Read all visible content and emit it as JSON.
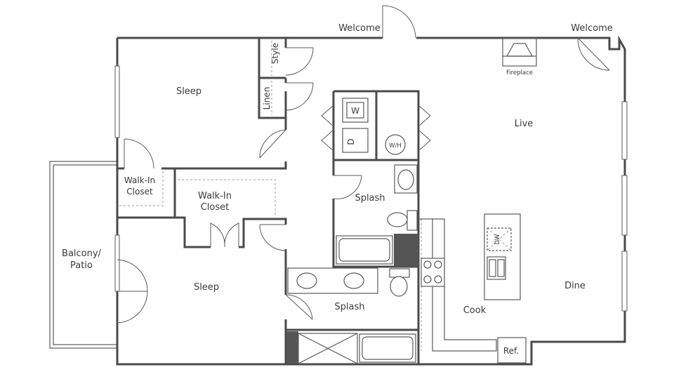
{
  "labels": {
    "welcome_left": "Welcome",
    "welcome_right": "Welcome",
    "fireplace": "Fireplace",
    "sleep_top": "Sleep",
    "style": "Style",
    "linen": "Linen",
    "washer": "W",
    "dryer": "D",
    "water_heater": "W/H",
    "live": "Live",
    "walkin_closet_1_line1": "Walk-In",
    "walkin_closet_1_line2": "Closet",
    "walkin_closet_2_line1": "Walk-In",
    "walkin_closet_2_line2": "Closet",
    "splash_top": "Splash",
    "balcony_line1": "Balcony/",
    "balcony_line2": "Patio",
    "sleep_bottom": "Sleep",
    "dishwasher": "DW",
    "splash_bottom": "Splash",
    "cook": "Cook",
    "dine": "Dine",
    "ref": "Ref."
  },
  "colors": {
    "wall": "#4a4a4a",
    "text": "#3a3a3a",
    "fixture": "#5a5a5a",
    "shaded_block": "#555555"
  }
}
